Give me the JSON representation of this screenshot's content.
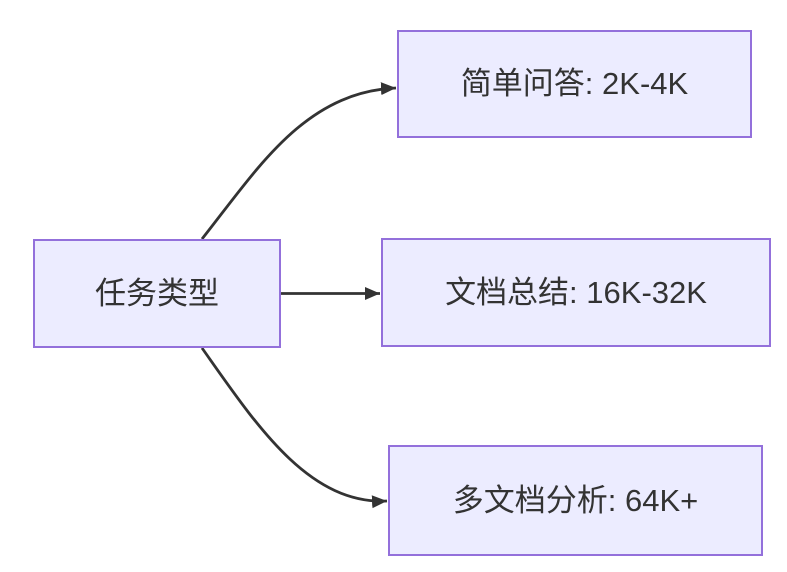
{
  "diagram": {
    "type": "flowchart",
    "direction": "left-to-right",
    "nodes": {
      "root": {
        "label": "任务类型"
      },
      "simple_qa": {
        "label": "简单问答: 2K-4K"
      },
      "doc_summary": {
        "label": "文档总结: 16K-32K"
      },
      "multi_doc": {
        "label": "多文档分析: 64K+"
      }
    },
    "edges": [
      {
        "from": "root",
        "to": "simple_qa",
        "style": "curved-up"
      },
      {
        "from": "root",
        "to": "doc_summary",
        "style": "straight"
      },
      {
        "from": "root",
        "to": "multi_doc",
        "style": "curved-down"
      }
    ],
    "colors": {
      "node_fill": "#ECECFF",
      "node_border": "#9370DB",
      "edge_stroke": "#333333",
      "text": "#333333",
      "background": "#FFFFFF"
    }
  }
}
